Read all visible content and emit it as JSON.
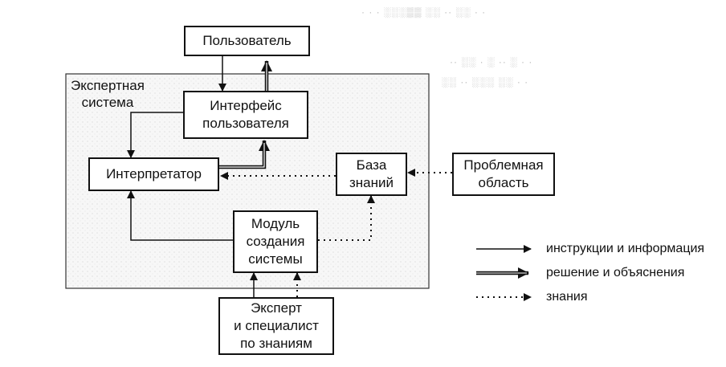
{
  "diagram": {
    "container": {
      "label": "Экспертная\nсистема"
    },
    "nodes": {
      "user": "Пользователь",
      "user_interface": "Интерфейс\nпользователя",
      "interpreter": "Интерпретатор",
      "knowledge_base": "База\nзнаний",
      "problem_domain": "Проблемная\nобласть",
      "system_builder": "Модуль\nсоздания\nсистемы",
      "expert": "Эксперт\nи специалист\nпо знаниям"
    },
    "edges": [
      {
        "from": "user",
        "to": "user_interface",
        "kind": "instructions"
      },
      {
        "from": "user_interface",
        "to": "user",
        "kind": "solution"
      },
      {
        "from": "user_interface",
        "to": "interpreter",
        "kind": "instructions"
      },
      {
        "from": "interpreter",
        "to": "user_interface",
        "kind": "solution"
      },
      {
        "from": "knowledge_base",
        "to": "interpreter",
        "kind": "knowledge"
      },
      {
        "from": "problem_domain",
        "to": "knowledge_base",
        "kind": "knowledge"
      },
      {
        "from": "system_builder",
        "to": "interpreter",
        "kind": "instructions"
      },
      {
        "from": "system_builder",
        "to": "knowledge_base",
        "kind": "knowledge"
      },
      {
        "from": "expert",
        "to": "system_builder",
        "kind": "instructions"
      },
      {
        "from": "expert",
        "to": "system_builder",
        "kind": "knowledge"
      }
    ],
    "legend": [
      {
        "kind": "instructions",
        "label": "инструкции и информация"
      },
      {
        "kind": "solution",
        "label": "решение и объяснения"
      },
      {
        "kind": "knowledge",
        "label": "знания"
      }
    ]
  }
}
